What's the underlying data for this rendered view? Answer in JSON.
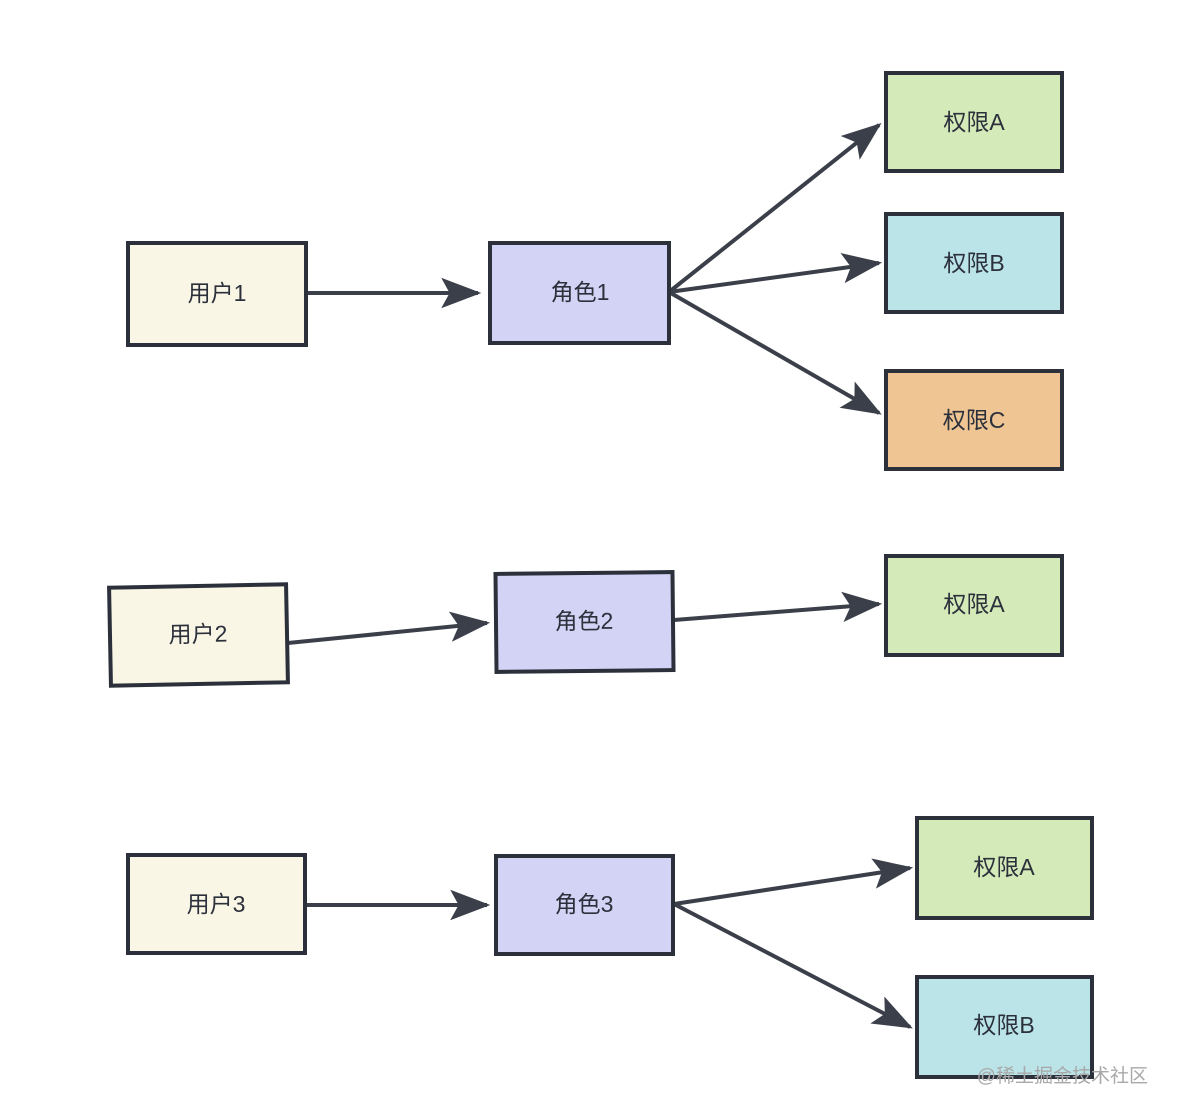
{
  "diagram": {
    "type": "rbac-relationship-diagram",
    "background_color": "#ffffff",
    "edge_color": "#3b3f49",
    "border_color": "#2b303b",
    "palette": {
      "user_fill": "#faf6e6",
      "role_fill": "#d3d3f5",
      "permission_a_fill": "#d4eab9",
      "permission_b_fill": "#bbe4e9",
      "permission_c_fill": "#eec593"
    },
    "groups": [
      {
        "id": "group-1",
        "user": {
          "label": "用户1",
          "fill": "#faf6e6"
        },
        "role": {
          "label": "角色1",
          "fill": "#d3d3f5"
        },
        "permissions": [
          {
            "label": "权限A",
            "fill": "#d4eab9"
          },
          {
            "label": "权限B",
            "fill": "#bbe4e9"
          },
          {
            "label": "权限C",
            "fill": "#eec593"
          }
        ]
      },
      {
        "id": "group-2",
        "user": {
          "label": "用户2",
          "fill": "#faf6e6"
        },
        "role": {
          "label": "角色2",
          "fill": "#d3d3f5"
        },
        "permissions": [
          {
            "label": "权限A",
            "fill": "#d4eab9"
          }
        ]
      },
      {
        "id": "group-3",
        "user": {
          "label": "用户3",
          "fill": "#faf6e6"
        },
        "role": {
          "label": "角色3",
          "fill": "#d3d3f5"
        },
        "permissions": [
          {
            "label": "权限A",
            "fill": "#d4eab9"
          },
          {
            "label": "权限B",
            "fill": "#bbe4e9"
          }
        ]
      }
    ],
    "nodes": {
      "g1_user": "用户1",
      "g1_role": "角色1",
      "g1_perm_a": "权限A",
      "g1_perm_b": "权限B",
      "g1_perm_c": "权限C",
      "g2_user": "用户2",
      "g2_role": "角色2",
      "g2_perm_a": "权限A",
      "g3_user": "用户3",
      "g3_role": "角色3",
      "g3_perm_a": "权限A",
      "g3_perm_b": "权限B"
    }
  },
  "watermark": {
    "text": "@稀土掘金技术社区"
  }
}
